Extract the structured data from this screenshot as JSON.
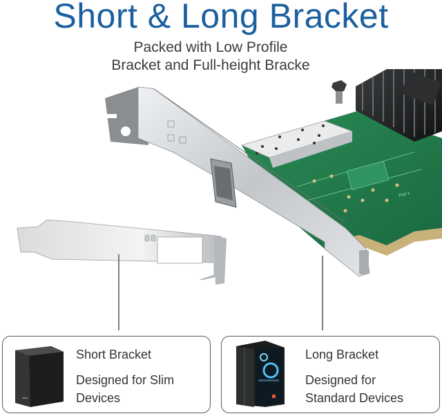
{
  "header": {
    "title": "Short & Long Bracket",
    "subtitle_line1": "Packed with Low Profile",
    "subtitle_line2": "Bracket and Full-height Bracke"
  },
  "product_image": {
    "items": [
      "low-profile-bracket",
      "full-height-bracket",
      "sfp-network-card",
      "heatsink"
    ],
    "pcb_label": "Port 1"
  },
  "cards": [
    {
      "id": "short",
      "heading": "Short Bracket",
      "desc_line1": "Designed for Slim",
      "desc_line2": "Devices",
      "image": "mini-pc-case"
    },
    {
      "id": "long",
      "heading": "Long Bracket",
      "desc_line1": "Designed for",
      "desc_line2": "Standard Devices",
      "image": "tower-pc-case"
    }
  ],
  "colors": {
    "title": "#1c5f9e",
    "text": "#333333",
    "border": "#5a5a5a",
    "pcb": "#1f7a4a",
    "bracket": "#c8cacc"
  }
}
